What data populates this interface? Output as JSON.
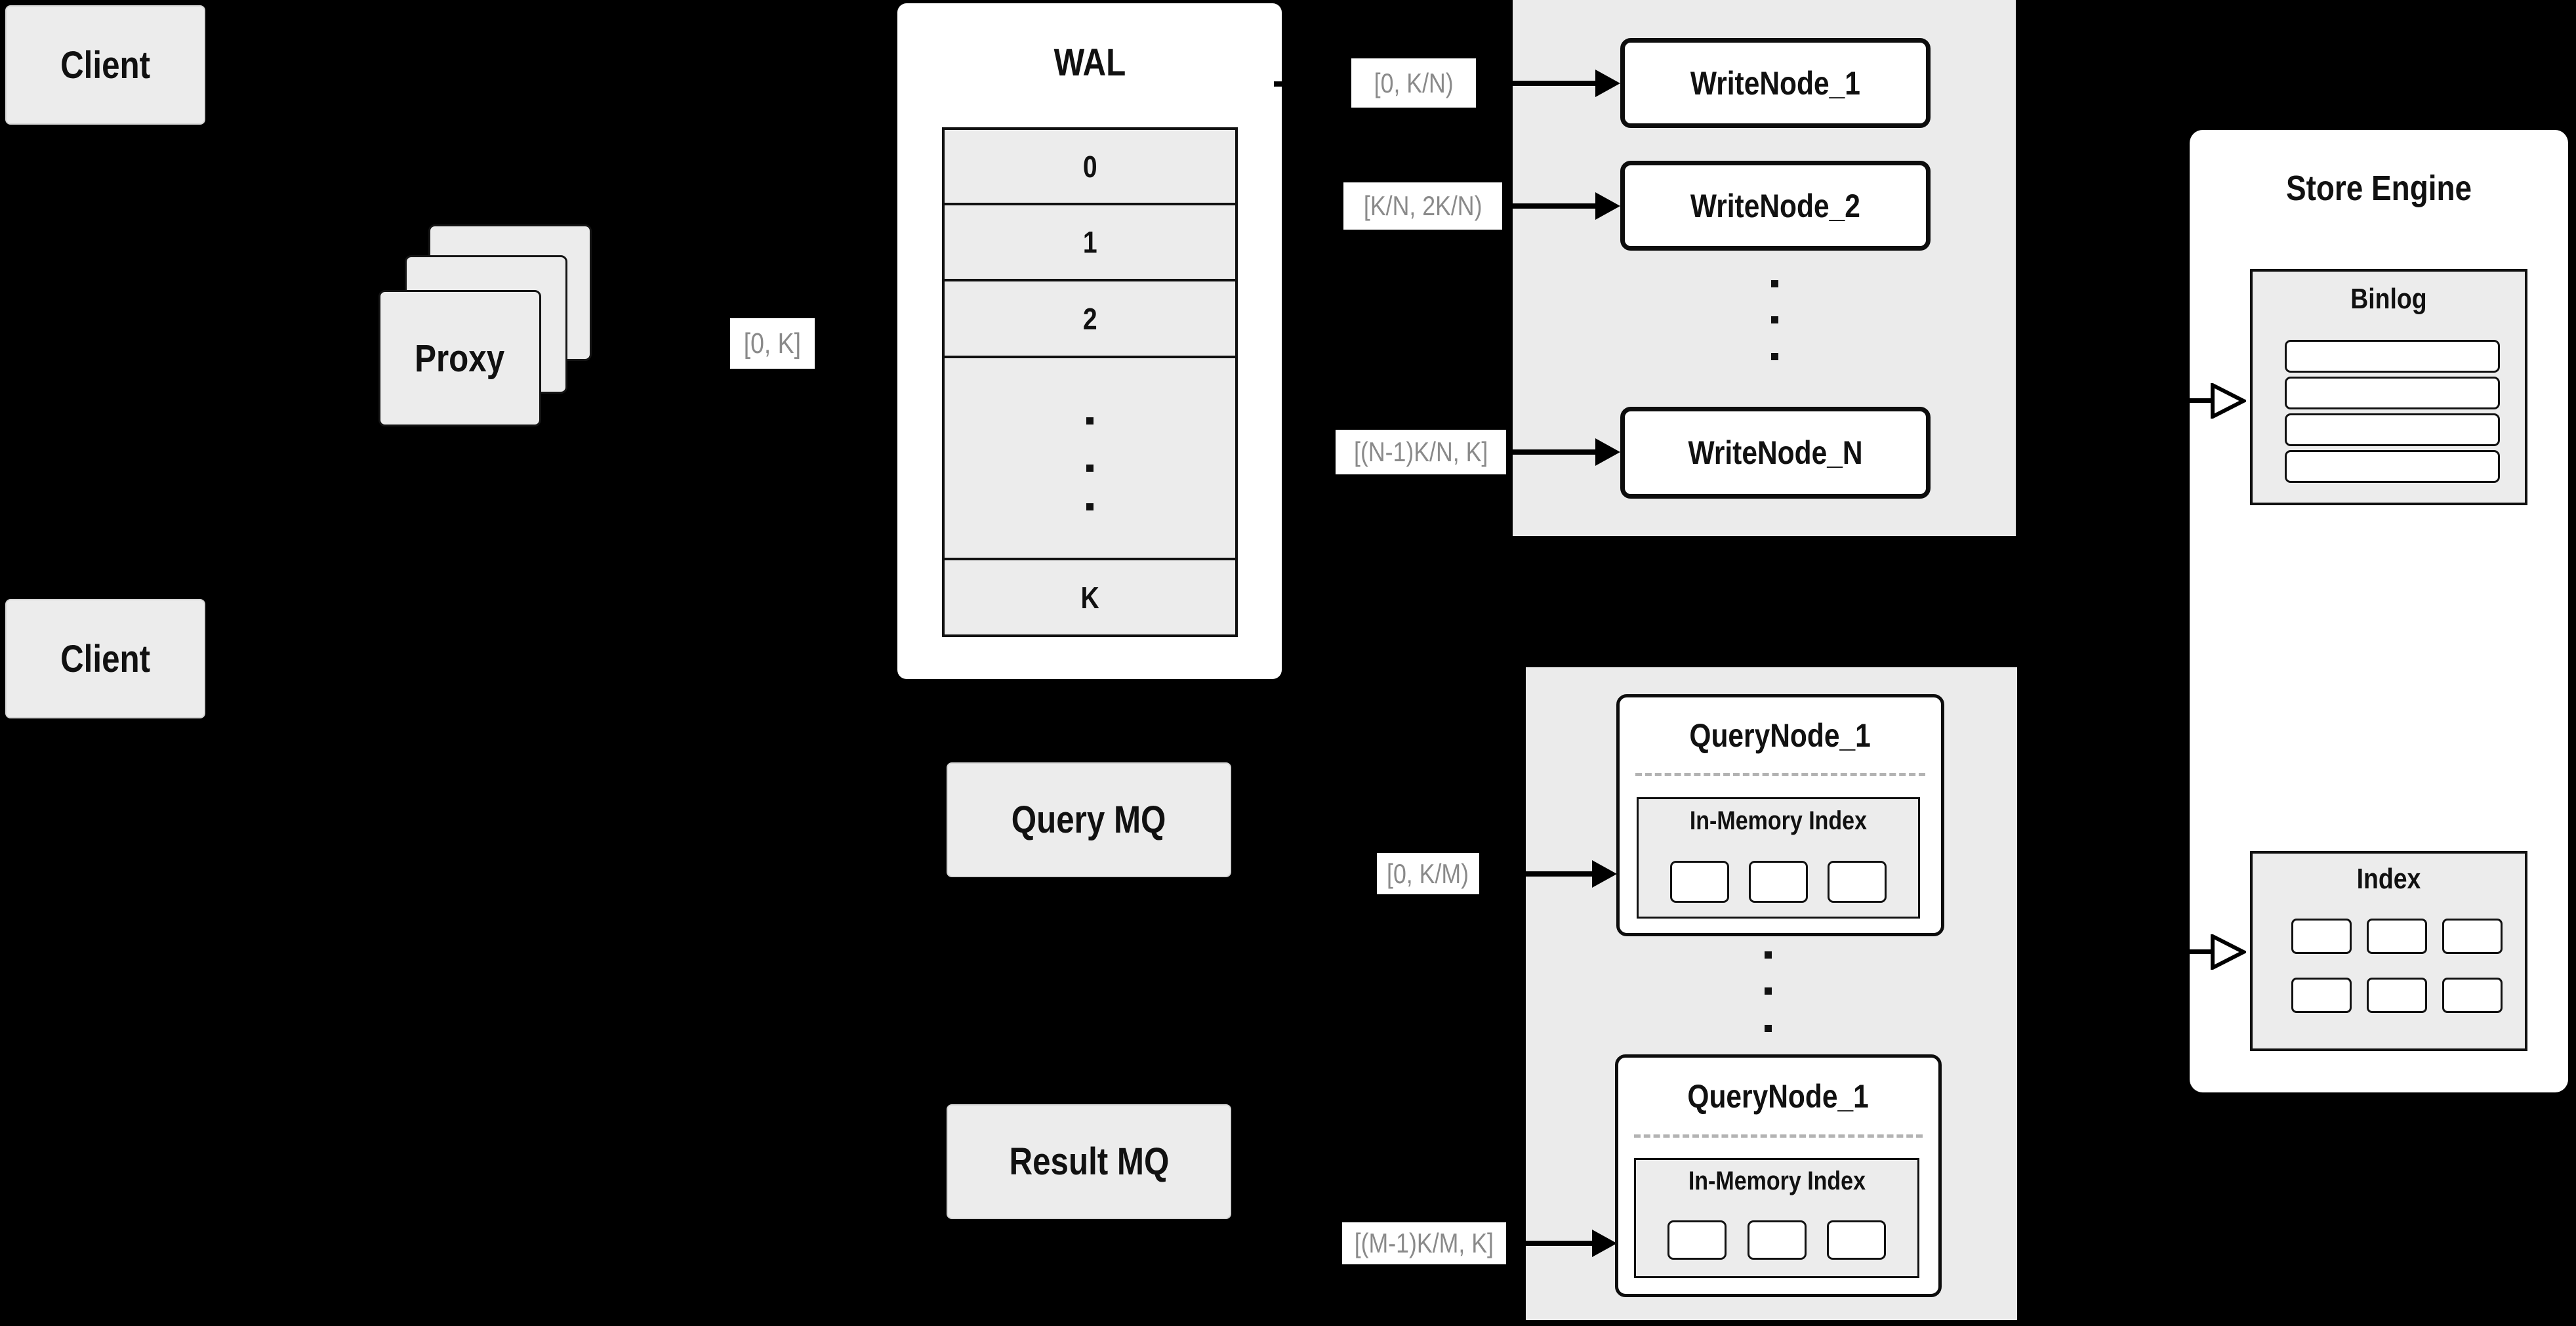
{
  "colors": {
    "background": "#000000",
    "panel_gray": "#ebebeb",
    "box_gray": "#ececec",
    "white": "#ffffff",
    "text": "#111111",
    "range_label_text": "#8a8a8a"
  },
  "clients": {
    "top": "Client",
    "bottom": "Client"
  },
  "proxy": {
    "label": "Proxy",
    "range_label": "[0, K]"
  },
  "wal": {
    "title": "WAL",
    "rows": [
      "0",
      "1",
      "2",
      "K"
    ]
  },
  "write_nodes": {
    "nodes": [
      {
        "label": "WriteNode_1",
        "range": "[0,  K/N)"
      },
      {
        "label": "WriteNode_2",
        "range": "[K/N, 2K/N)"
      },
      {
        "label": "WriteNode_N",
        "range": "[(N-1)K/N,  K]"
      }
    ]
  },
  "store_engine": {
    "title": "Store Engine",
    "binlog_title": "Binlog",
    "index_title": "Index"
  },
  "queues": {
    "query_mq": "Query MQ",
    "result_mq": "Result MQ"
  },
  "query_nodes": {
    "nodes": [
      {
        "title": "QueryNode_1",
        "inmem_title": "In-Memory Index",
        "range": "[0, K/M)"
      },
      {
        "title": "QueryNode_1",
        "inmem_title": "In-Memory Index",
        "range": "[(M-1)K/M, K]"
      }
    ]
  }
}
